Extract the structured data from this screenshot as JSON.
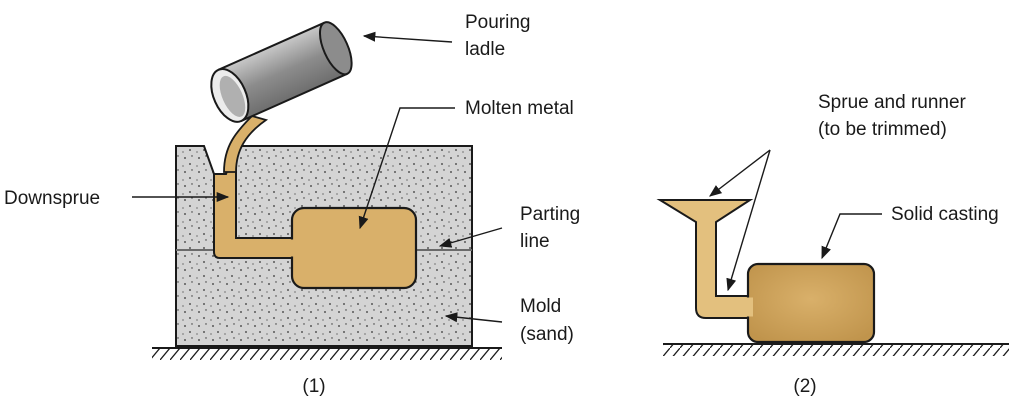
{
  "figure": {
    "panel1": {
      "caption": "(1)",
      "labels": {
        "pouring_ladle_line1": "Pouring",
        "pouring_ladle_line2": "ladle",
        "molten_metal": "Molten metal",
        "downsprue": "Downsprue",
        "parting_line_line1": "Parting",
        "parting_line_line2": "line",
        "mold_line1": "Mold",
        "mold_line2": "(sand)"
      }
    },
    "panel2": {
      "caption": "(2)",
      "labels": {
        "sprue_runner_line1": "Sprue and runner",
        "sprue_runner_line2": "(to be trimmed)",
        "solid_casting": "Solid casting"
      }
    }
  },
  "colors": {
    "metal": "#d9b06a",
    "metal_dark": "#b8893d",
    "sand": "#d4d4d4",
    "ladle": "#9a9a9a",
    "outline": "#1a1a1a"
  }
}
